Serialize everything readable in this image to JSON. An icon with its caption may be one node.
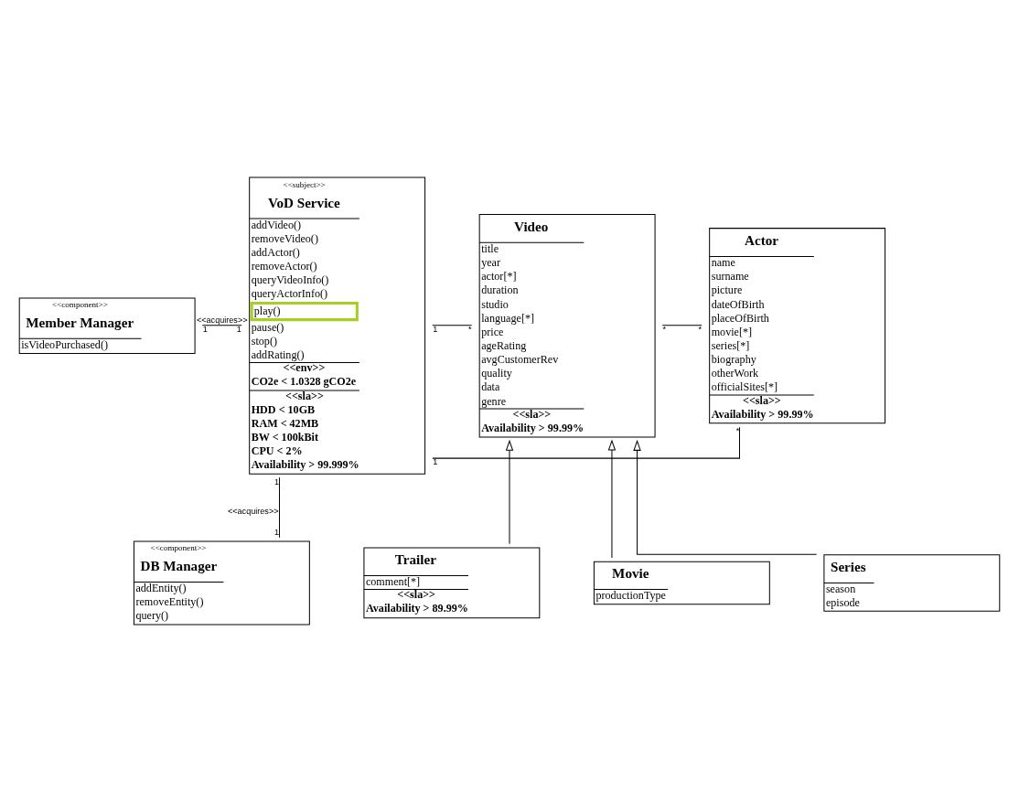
{
  "diagram": {
    "nodes": [
      {
        "text": [
          "<<component>>",
          "Member Manager",
          "isVideoPurchased()"
        ]
      },
      {
        "text": [
          "<<subject>>",
          "VoD Service",
          "addVideo()",
          "removeVideo()",
          "addActor()",
          "removeActor()",
          "queryVideoInfo()",
          "queryActorInfo()",
          "play()",
          "pause()",
          "stop()",
          "addRating()",
          "<<env>>",
          "CO2e < 1.0328 gCO2e",
          "<<sla>>",
          "HDD < 10GB",
          "RAM < 42MB",
          "BW < 100kBit",
          "CPU < 2%",
          "Availability > 99.999%"
        ]
      },
      {
        "text": [
          "Video",
          "title",
          "year",
          "actor[*]",
          "duration",
          "studio",
          "language[*]",
          "price",
          "ageRating",
          "avgCustomerRev",
          "quality",
          "data",
          "genre",
          "<<sla>>",
          "Availability > 99.99%"
        ]
      },
      {
        "text": [
          "Actor",
          "name",
          "surname",
          "picture",
          "dateOfBirth",
          "placeOfBirth",
          "movie[*]",
          "series[*]",
          "biography",
          "otherWork",
          "officialSites[*]",
          "<<sla>>",
          "Availability > 99.99%"
        ]
      },
      {
        "text": [
          "<<component>>",
          "DB Manager",
          "addEntity()",
          "removeEntity()",
          "query()"
        ]
      },
      {
        "text": [
          "Trailer",
          "comment[*]",
          "<<sla>>",
          "Availability > 89.99%"
        ]
      },
      {
        "text": [
          "Movie",
          "productionType"
        ]
      },
      {
        "text": [
          "Series",
          "season",
          "episode"
        ]
      }
    ],
    "edges": [
      {
        "from": 1,
        "to": 3,
        "arrow": "none"
      },
      {
        "from": 0,
        "to": 1,
        "arrow": "none",
        "label": "<<acquires>>"
      },
      {
        "from": 4,
        "to": 1,
        "arrow": "none",
        "label": "<<acquires>>"
      },
      {
        "from": 1,
        "to": 2,
        "arrow": "none"
      },
      {
        "from": 2,
        "to": 3,
        "arrow": "none"
      },
      {
        "from": 5,
        "to": 2,
        "arrow": "to"
      },
      {
        "from": 6,
        "to": 2,
        "arrow": "to"
      },
      {
        "from": 7,
        "to": 2,
        "arrow": "to"
      }
    ],
    "labels": [
      "1",
      "*",
      "1",
      "1",
      "1",
      "*",
      "*",
      "*",
      "1",
      "1"
    ]
  }
}
